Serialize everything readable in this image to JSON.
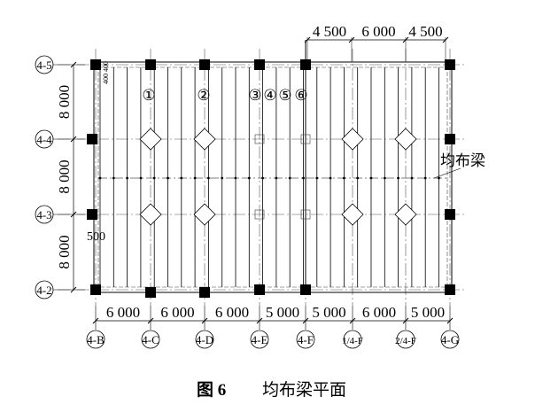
{
  "figure": {
    "caption_number": "图 6",
    "caption_title": "均布梁平面",
    "beam_label": "均布梁",
    "column_offset_label": "400 400",
    "offset_label": "500"
  },
  "axes_x": [
    "4-B",
    "4-C",
    "4-D",
    "4-E",
    "4-F",
    "1/4-F",
    "2/4-F",
    "4-G"
  ],
  "axes_y": [
    "4-5",
    "4-4",
    "4-3",
    "4-2"
  ],
  "dims_bottom": [
    "6 000",
    "6 000",
    "6 000",
    "5 000",
    "5 000",
    "6 000",
    "5 000"
  ],
  "dims_left": [
    "8 000",
    "8 000",
    "8 000"
  ],
  "dims_top": [
    "4 500",
    "6 000",
    "4 500"
  ],
  "beam_numbers": [
    "①",
    "②",
    "③",
    "④",
    "⑤",
    "⑥"
  ]
}
